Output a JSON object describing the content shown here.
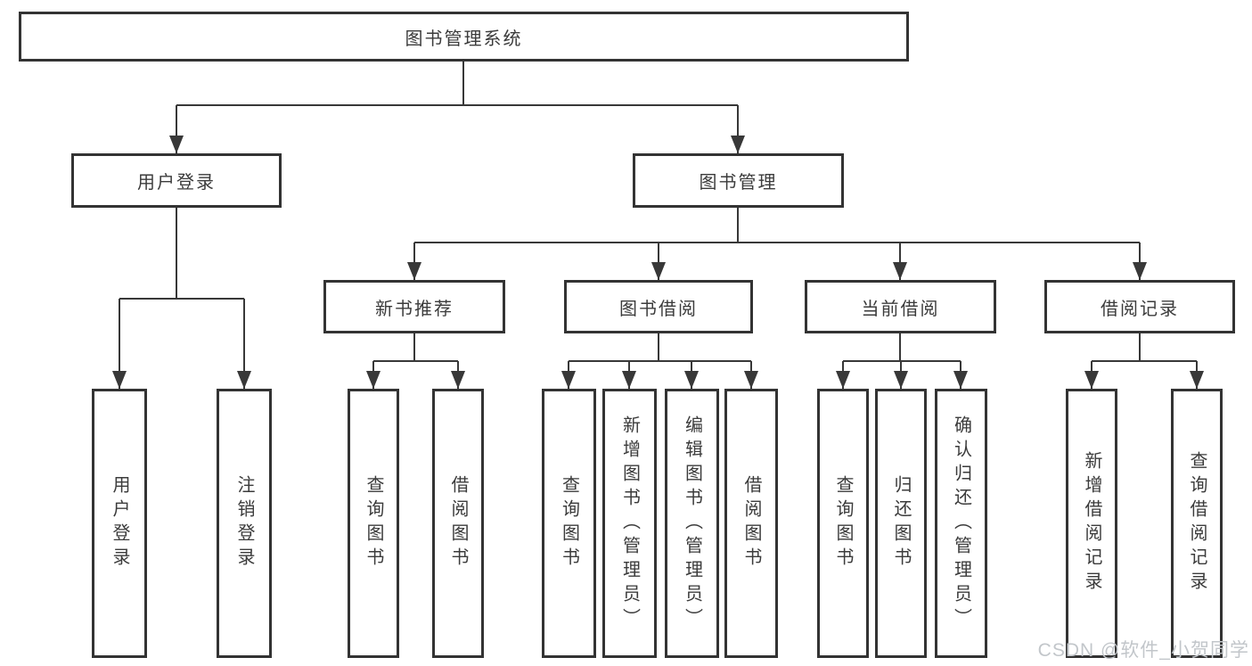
{
  "diagram": {
    "nodes": {
      "root": "图书管理系统",
      "user_login": "用户登录",
      "book_management": "图书管理",
      "new_book_recommend": "新书推荐",
      "book_borrow": "图书借阅",
      "current_borrow": "当前借阅",
      "borrow_records": "借阅记录",
      "leaf_user_login": "用户登录",
      "leaf_logout": "注销登录",
      "leaf_rec_query_books": "查询图书",
      "leaf_rec_borrow_books": "借阅图书",
      "leaf_bb_query_books": "查询图书",
      "leaf_bb_add_books": "新增图书（管理员）",
      "leaf_bb_edit_books": "编辑图书（管理员）",
      "leaf_bb_borrow_books": "借阅图书",
      "leaf_cb_query_books": "查询图书",
      "leaf_cb_return_books": "归还图书",
      "leaf_cb_confirm_return": "确认归还（管理员）",
      "leaf_br_add_record": "新增借阅记录",
      "leaf_br_query_record": "查询借阅记录"
    },
    "colors": {
      "line": "#383838",
      "border": "#333333",
      "text": "#3b3b3b",
      "watermark": "#c2c6ca"
    }
  },
  "watermark": "CSDN @软件_小贺同学"
}
